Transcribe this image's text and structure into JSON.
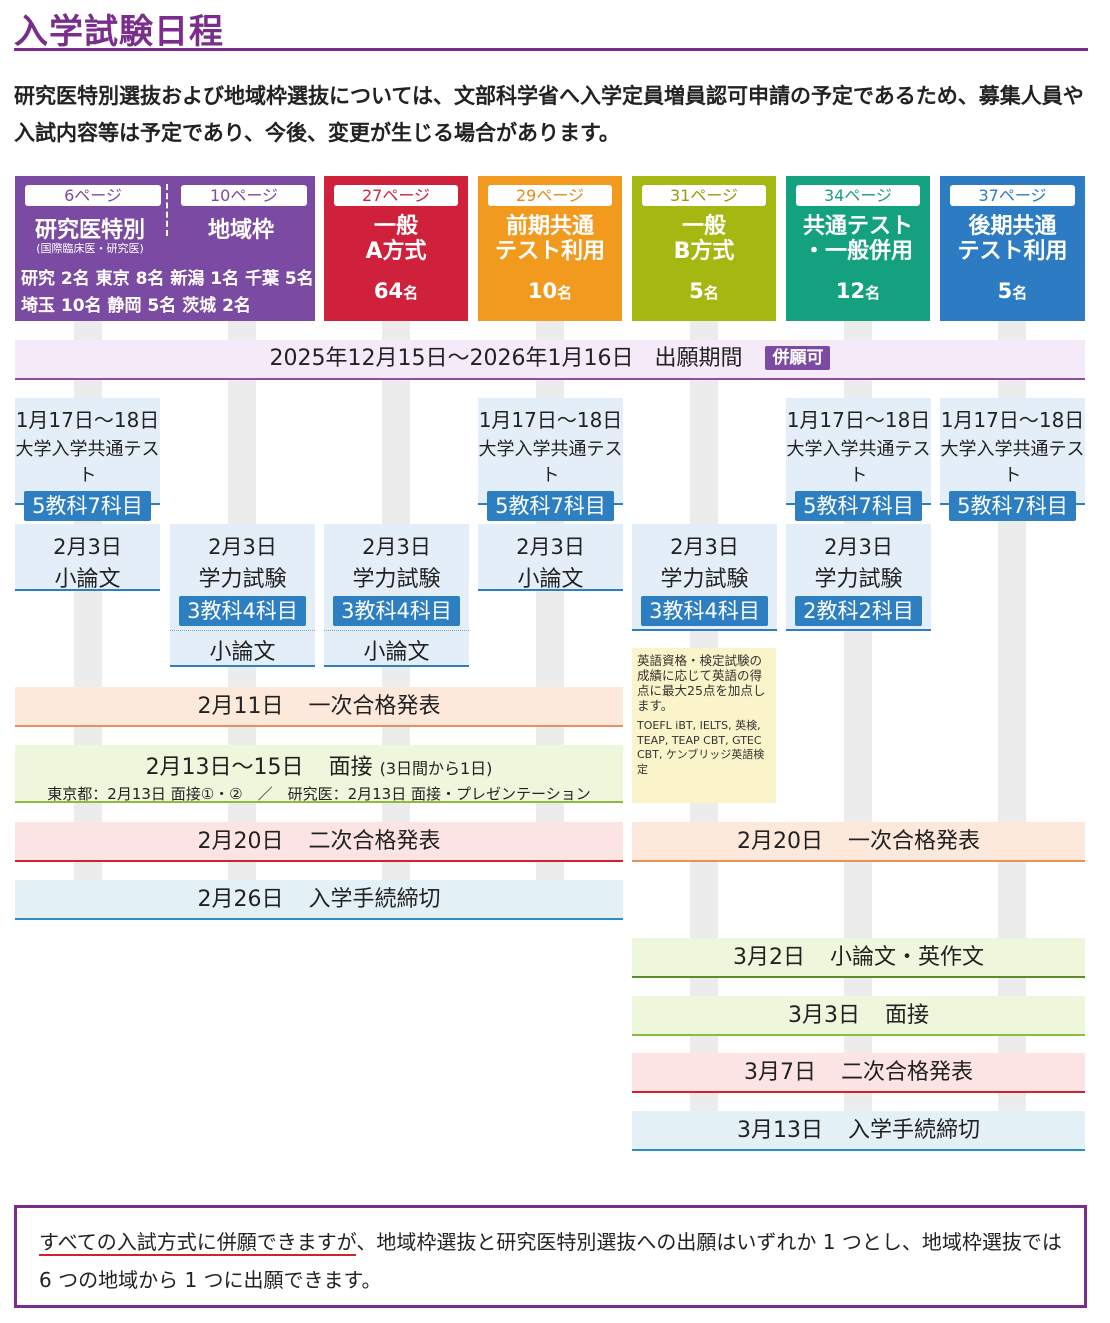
{
  "title": "入学試験日程",
  "intro": "研究医特別選抜および地域枠選抜については、文部科学省へ入学定員増員認可申請の予定であるため、募集人員や入試内容等は予定であり、今後、変更が生じる場合があります。",
  "colors": {
    "purple": "#7b4ba3",
    "red": "#d0213c",
    "orange": "#f29a1e",
    "lime": "#a5b812",
    "teal": "#14a17f",
    "blue": "#2c7bc3"
  },
  "columns": [
    {
      "page": "6ページ",
      "name": "研究医特別",
      "sub": "(国際臨床医・研究医)"
    },
    {
      "page": "10ページ",
      "name": "地域枠"
    },
    {
      "page": "27ページ",
      "name1": "一般",
      "name2": "A方式",
      "count": "64",
      "unit": "名"
    },
    {
      "page": "29ページ",
      "name1": "前期共通",
      "name2": "テスト利用",
      "count": "10",
      "unit": "名"
    },
    {
      "page": "31ページ",
      "name1": "一般",
      "name2": "B方式",
      "count": "5",
      "unit": "名"
    },
    {
      "page": "34ページ",
      "name1": "共通テスト",
      "name2": "・一般併用",
      "count": "12",
      "unit": "名"
    },
    {
      "page": "37ページ",
      "name1": "後期共通",
      "name2": "テスト利用",
      "count": "5",
      "unit": "名"
    }
  ],
  "quotas": {
    "row1": "研究 2名 東京 8名 新潟 1名 千葉 5名",
    "row2": "埼玉 10名 静岡 5名 茨城 2名"
  },
  "application": {
    "period": "2025年12月15日〜2026年1月16日",
    "label": "出願期間",
    "badge": "併願可"
  },
  "common_test": {
    "date": "1月17日〜18日",
    "name": "大学入学共通テスト",
    "subjects": "5教科7科目"
  },
  "feb3": {
    "date": "2月3日",
    "essay": "小論文",
    "academic": "学力試験",
    "subj34": "3教科4科目",
    "subj22": "2教科2科目"
  },
  "note": {
    "text": "英語資格・検定試験の成績に応じて英語の得点に最大25点を加点します。",
    "tests": "TOEFL iBT, IELTS, 英検, TEAP, TEAP CBT, GTEC CBT, ケンブリッジ英語検定"
  },
  "left_events": {
    "first_pass": {
      "date": "2月11日",
      "label": "一次合格発表"
    },
    "interview": {
      "date": "2月13日〜15日",
      "label": "面接",
      "sub": "(3日間から1日)",
      "detail": "東京都：2月13日 面接①・②　／　研究医：2月13日 面接・プレゼンテーション"
    },
    "second_pass": {
      "date": "2月20日",
      "label": "二次合格発表"
    },
    "deadline": {
      "date": "2月26日",
      "label": "入学手続締切"
    }
  },
  "right_events": {
    "first_pass": {
      "date": "2月20日",
      "label": "一次合格発表"
    },
    "essay": {
      "date": "3月2日",
      "label": "小論文・英作文"
    },
    "interview": {
      "date": "3月3日",
      "label": "面接"
    },
    "second_pass": {
      "date": "3月7日",
      "label": "二次合格発表"
    },
    "deadline": {
      "date": "3月13日",
      "label": "入学手続締切"
    }
  },
  "footer": {
    "underlined": "すべての入試方式に併願できますが",
    "rest": "、地域枠選抜と研究医特別選抜への出願はいずれか 1 つとし、地域枠選抜では 6 つの地域から 1 つに出願できます。"
  }
}
